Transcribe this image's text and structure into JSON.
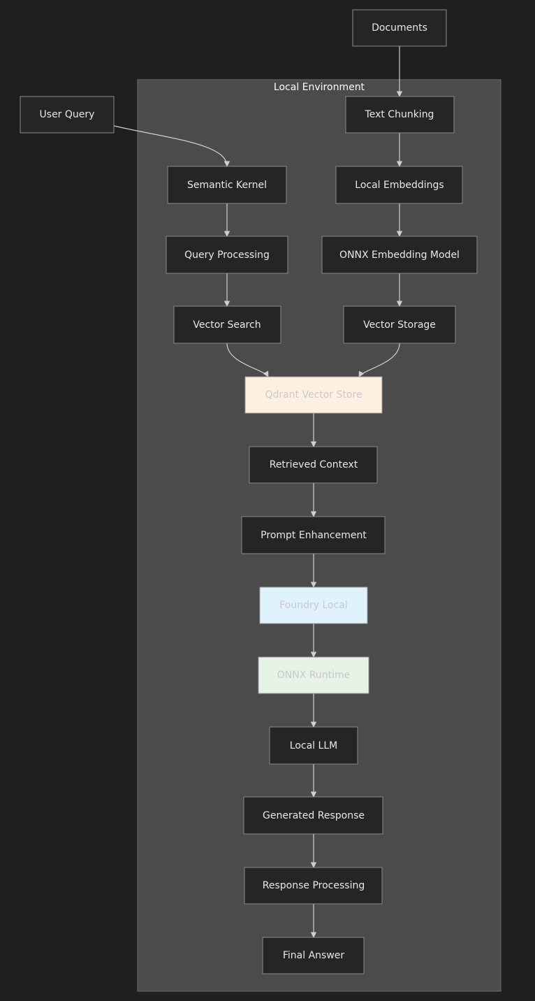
{
  "subgraph": {
    "label": "Local Environment"
  },
  "nodes": {
    "documents": {
      "label": "Documents",
      "style": "default"
    },
    "user_query": {
      "label": "User Query",
      "style": "default"
    },
    "text_chunking": {
      "label": "Text Chunking",
      "style": "default"
    },
    "semantic_kernel": {
      "label": "Semantic Kernel",
      "style": "default"
    },
    "local_embeddings": {
      "label": "Local Embeddings",
      "style": "default"
    },
    "query_processing": {
      "label": "Query Processing",
      "style": "default"
    },
    "onnx_embedding_model": {
      "label": "ONNX Embedding Model",
      "style": "default"
    },
    "vector_search": {
      "label": "Vector Search",
      "style": "default"
    },
    "vector_storage": {
      "label": "Vector Storage",
      "style": "default"
    },
    "qdrant_vector_store": {
      "label": "Qdrant Vector Store",
      "style": "qdrant"
    },
    "retrieved_context": {
      "label": "Retrieved Context",
      "style": "default"
    },
    "prompt_enhancement": {
      "label": "Prompt Enhancement",
      "style": "default"
    },
    "foundry_local": {
      "label": "Foundry Local",
      "style": "foundry"
    },
    "onnx_runtime": {
      "label": "ONNX Runtime",
      "style": "onnx"
    },
    "local_llm": {
      "label": "Local LLM",
      "style": "default"
    },
    "generated_response": {
      "label": "Generated Response",
      "style": "default"
    },
    "response_processing": {
      "label": "Response Processing",
      "style": "default"
    },
    "final_answer": {
      "label": "Final Answer",
      "style": "default"
    }
  },
  "edges": [
    {
      "from": "documents",
      "to": "text_chunking"
    },
    {
      "from": "text_chunking",
      "to": "local_embeddings"
    },
    {
      "from": "local_embeddings",
      "to": "onnx_embedding_model"
    },
    {
      "from": "onnx_embedding_model",
      "to": "vector_storage"
    },
    {
      "from": "vector_storage",
      "to": "qdrant_vector_store"
    },
    {
      "from": "user_query",
      "to": "semantic_kernel"
    },
    {
      "from": "semantic_kernel",
      "to": "query_processing"
    },
    {
      "from": "query_processing",
      "to": "vector_search"
    },
    {
      "from": "vector_search",
      "to": "qdrant_vector_store"
    },
    {
      "from": "qdrant_vector_store",
      "to": "retrieved_context"
    },
    {
      "from": "retrieved_context",
      "to": "prompt_enhancement"
    },
    {
      "from": "prompt_enhancement",
      "to": "foundry_local"
    },
    {
      "from": "foundry_local",
      "to": "onnx_runtime"
    },
    {
      "from": "onnx_runtime",
      "to": "local_llm"
    },
    {
      "from": "local_llm",
      "to": "generated_response"
    },
    {
      "from": "generated_response",
      "to": "response_processing"
    },
    {
      "from": "response_processing",
      "to": "final_answer"
    }
  ],
  "styles": {
    "background": "#1f1f1f",
    "cluster_fill": "#4a4b4a",
    "cluster_stroke": "#6b6b6b",
    "default": {
      "fill": "#252525",
      "stroke": "#8a8a8a",
      "text": "#e8e8e8"
    },
    "qdrant": {
      "fill": "#fdf0e0",
      "stroke": "#9a9a9a",
      "text": "#c9c9c9"
    },
    "foundry": {
      "fill": "#e0f3fd",
      "stroke": "#9a9a9a",
      "text": "#c9c9c9"
    },
    "onnx": {
      "fill": "#e6f3e6",
      "stroke": "#9a9a9a",
      "text": "#c9c9c9"
    },
    "edge": "#cfcfcf"
  }
}
